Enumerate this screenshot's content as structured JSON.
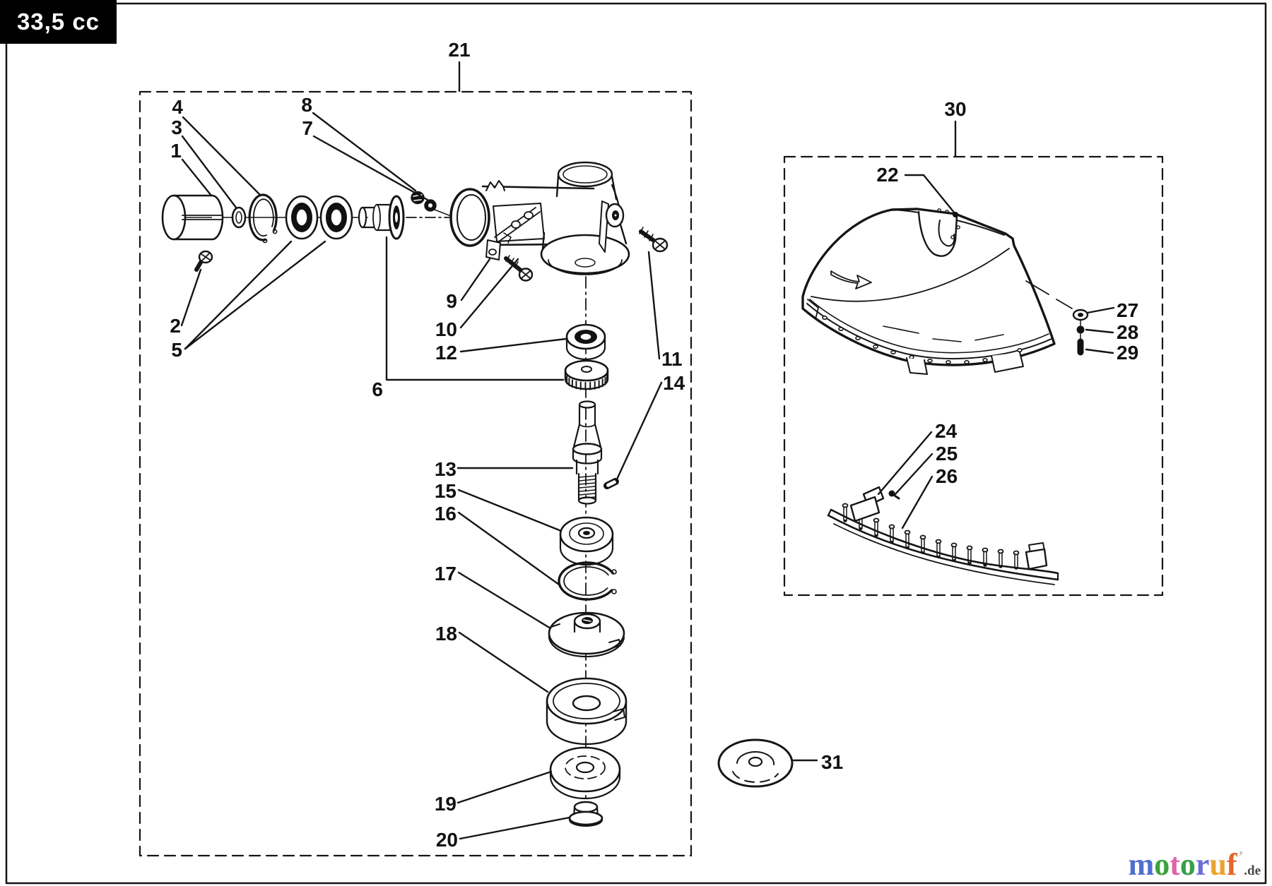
{
  "page": {
    "title_badge": "33,5 cc"
  },
  "callouts": {
    "c1": "1",
    "c2": "2",
    "c3": "3",
    "c4": "4",
    "c5": "5",
    "c6": "6",
    "c7": "7",
    "c8": "8",
    "c9": "9",
    "c10": "10",
    "c11": "11",
    "c12": "12",
    "c13": "13",
    "c14": "14",
    "c15": "15",
    "c16": "16",
    "c17": "17",
    "c18": "18",
    "c19": "19",
    "c20": "20",
    "c21": "21",
    "c22": "22",
    "c24": "24",
    "c25": "25",
    "c26": "26",
    "c27": "27",
    "c28": "28",
    "c29": "29",
    "c30": "30",
    "c31": "31"
  },
  "logo": {
    "letters": [
      {
        "ch": "m",
        "color": "#4f6fd0"
      },
      {
        "ch": "o",
        "color": "#3da23d"
      },
      {
        "ch": "t",
        "color": "#e063a8"
      },
      {
        "ch": "o",
        "color": "#35a048"
      },
      {
        "ch": "r",
        "color": "#6b6fd6"
      },
      {
        "ch": "u",
        "color": "#eca32f"
      },
      {
        "ch": "f",
        "color": "#e4652e"
      }
    ],
    "tick": "’",
    "suffix": ".de",
    "suffix_color": "#474747"
  }
}
